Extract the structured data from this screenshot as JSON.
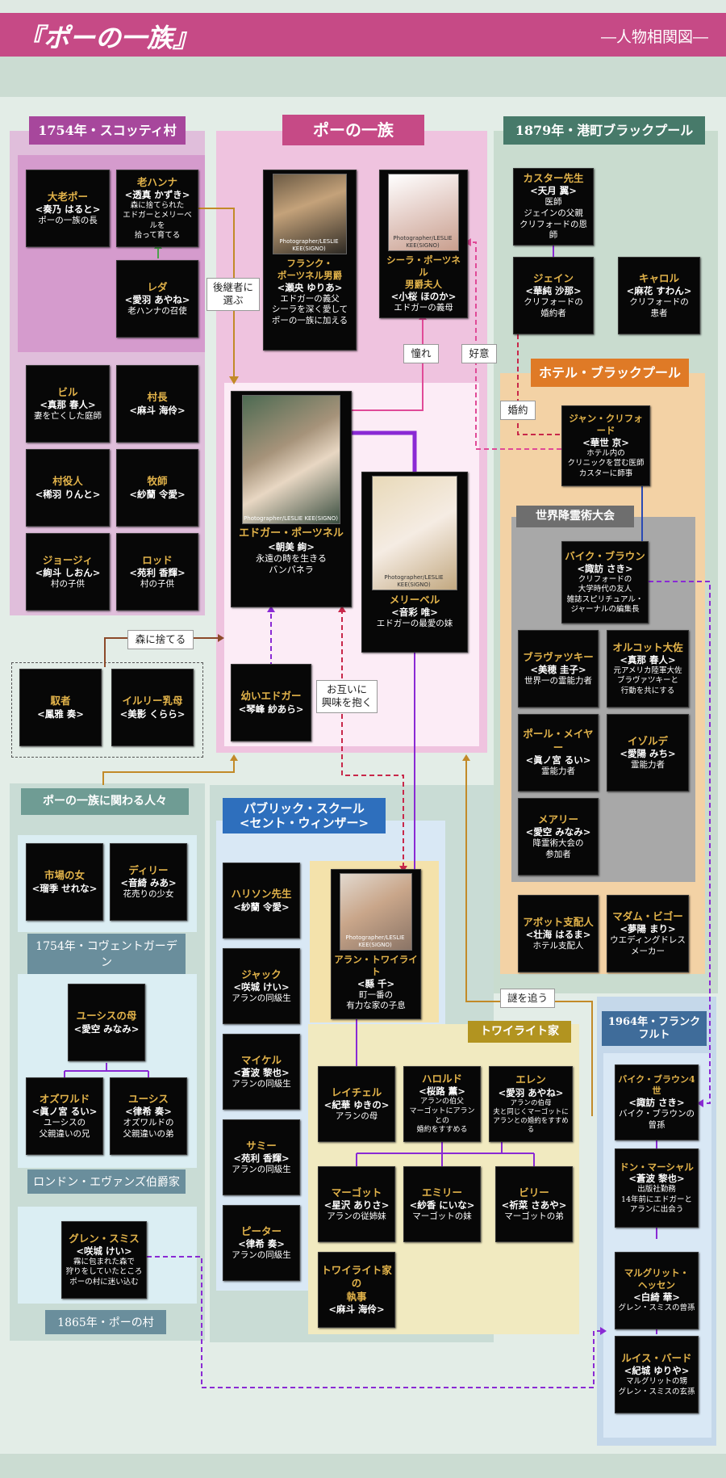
{
  "header": {
    "title": "『ポーの一族』",
    "subtitle": "―人物相関図―"
  },
  "regions": {
    "scotty": "1754年・スコッティ村",
    "poe": "ポーの一族",
    "blackpool": "1879年・港町ブラックプール",
    "hotel": "ホテル・ブラックプール",
    "seance": "世界降霊術大会",
    "related": "ポーの一族に関わる人々",
    "covent": "1754年・コヴェントガーデン",
    "london": "ロンドン・エヴァンズ伯爵家",
    "village1865": "1865年・ポーの村",
    "school": "パブリック・スクール\n<セント・ウィンザー>",
    "twilight": "トワイライト家",
    "frankfurt": "1964年・フランクフルト"
  },
  "labels": {
    "successor": "後継者に\n選ぶ",
    "admire": "憧れ",
    "fond": "好意",
    "engaged": "婚約",
    "abandon": "森に捨てる",
    "interest": "お互いに\n興味を抱く",
    "chase": "謎を追う"
  },
  "photo_credit": "Photographer/LESLIE KEE(SIGNO)",
  "cards": {
    "oopo": {
      "n": "大老ポー",
      "a": "<奏乃 はると>",
      "d": "ポーの一族の長"
    },
    "hanna": {
      "n": "老ハンナ",
      "a": "<透真 かずき>",
      "d": "森に捨てられた\nエドガーとメリーベルを\n拾って育てる"
    },
    "leda": {
      "n": "レダ",
      "a": "<愛羽 あやね>",
      "d": "老ハンナの召使"
    },
    "bill": {
      "n": "ビル",
      "a": "<真那 春人>",
      "d": "妻を亡くした庭師"
    },
    "soncho": {
      "n": "村長",
      "a": "<麻斗 海伶>",
      "d": ""
    },
    "yakunin": {
      "n": "村役人",
      "a": "<稀羽 りんと>",
      "d": ""
    },
    "bokushi": {
      "n": "牧師",
      "a": "<紗蘭 令愛>",
      "d": ""
    },
    "george": {
      "n": "ジョージィ",
      "a": "<絢斗 しおん>",
      "d": "村の子供"
    },
    "rod": {
      "n": "ロッド",
      "a": "<苑利 香輝>",
      "d": "村の子供"
    },
    "gyosha": {
      "n": "馭者",
      "a": "<鳳雅 奏>",
      "d": ""
    },
    "illiry": {
      "n": "イルリー乳母",
      "a": "<美影 くらら>",
      "d": ""
    },
    "frank": {
      "n": "フランク・\nポーツネル男爵",
      "a": "<瀬央 ゆりあ>",
      "d": "エドガーの義父\nシーラを深く愛して\nポーの一族に加える"
    },
    "sheila": {
      "n": "シーラ・ポーツネル\n男爵夫人",
      "a": "<小桜 ほのか>",
      "d": "エドガーの義母"
    },
    "edgar": {
      "n": "エドガー・ポーツネル",
      "a": "<朝美 絢>",
      "d": "永遠の時を生きる\nバンパネラ"
    },
    "merry": {
      "n": "メリーベル",
      "a": "<音彩 唯>",
      "d": "エドガーの最愛の妹"
    },
    "young_edgar": {
      "n": "幼いエドガー",
      "a": "<琴峰 紗あら>",
      "d": ""
    },
    "custer": {
      "n": "カスター先生",
      "a": "<天月 翼>",
      "d": "医師\nジェインの父親\nクリフォードの恩師"
    },
    "jane": {
      "n": "ジェイン",
      "a": "<華純 沙那>",
      "d": "クリフォードの\n婚約者"
    },
    "carol": {
      "n": "キャロル",
      "a": "<麻花 すわん>",
      "d": "クリフォードの\n患者"
    },
    "clifford": {
      "n": "ジャン・クリフォード",
      "a": "<華世 京>",
      "d": "ホテル内の\nクリニックを営む医師\nカスターに師事"
    },
    "bike": {
      "n": "バイク・ブラウン",
      "a": "<諏訪 さき>",
      "d": "クリフォードの\n大学時代の友人\n雑誌スピリチュアル・\nジャーナルの編集長"
    },
    "blavatsky": {
      "n": "ブラヴァツキー",
      "a": "<美穂 圭子>",
      "d": "世界一の霊能力者"
    },
    "olcott": {
      "n": "オルコット大佐",
      "a": "<真那 春人>",
      "d": "元アメリカ陸軍大佐\nブラヴァツキーと\n行動を共にする"
    },
    "paul": {
      "n": "ポール・メイヤー",
      "a": "<眞ノ宮 るい>",
      "d": "霊能力者"
    },
    "isolde": {
      "n": "イゾルデ",
      "a": "<愛陽 みち>",
      "d": "霊能力者"
    },
    "mary": {
      "n": "メアリー",
      "a": "<愛空 みなみ>",
      "d": "降霊術大会の\n参加者"
    },
    "abbot": {
      "n": "アボット支配人",
      "a": "<壮海 はるま>",
      "d": "ホテル支配人"
    },
    "bigot": {
      "n": "マダム・ビゴー",
      "a": "<夢陽 まり>",
      "d": "ウエディングドレス\nメーカー"
    },
    "ichiba": {
      "n": "市場の女",
      "a": "<瑠季 せれな>",
      "d": ""
    },
    "dairy": {
      "n": "ディリー",
      "a": "<音綺 みあ>",
      "d": "花売りの少女"
    },
    "eusis_mother": {
      "n": "ユーシスの母",
      "a": "<愛空 みなみ>",
      "d": ""
    },
    "oswald": {
      "n": "オズワルド",
      "a": "<眞ノ宮 るい>",
      "d": "ユーシスの\n父親違いの兄"
    },
    "eusis": {
      "n": "ユーシス",
      "a": "<律希 奏>",
      "d": "オズワルドの\n父親違いの弟"
    },
    "glen": {
      "n": "グレン・スミス",
      "a": "<咲城 けい>",
      "d": "霧に包まれた森で\n狩りをしていたところ\nポーの村に迷い込む"
    },
    "harrison": {
      "n": "ハリソン先生",
      "a": "<紗蘭 令愛>",
      "d": ""
    },
    "jack": {
      "n": "ジャック",
      "a": "<咲城 けい>",
      "d": "アランの同級生"
    },
    "michael": {
      "n": "マイケル",
      "a": "<蒼波 黎也>",
      "d": "アランの同級生"
    },
    "sammy": {
      "n": "サミー",
      "a": "<苑利 香輝>",
      "d": "アランの同級生"
    },
    "peter": {
      "n": "ピーター",
      "a": "<律希 奏>",
      "d": "アランの同級生"
    },
    "allan": {
      "n": "アラン・トワイライト",
      "a": "<縣 千>",
      "d": "町一番の\n有力な家の子息"
    },
    "rachel": {
      "n": "レイチェル",
      "a": "<紀華 ゆきの>",
      "d": "アランの母"
    },
    "harold": {
      "n": "ハロルド",
      "a": "<桜路 薫>",
      "d": "アランの伯父\nマーゴットにアランとの\n婚約をすすめる"
    },
    "ellen": {
      "n": "エレン",
      "a": "<愛羽 あやね>",
      "d": "アランの伯母\n夫と同じくマーゴットに\nアランとの婚約をすすめる"
    },
    "margot": {
      "n": "マーゴット",
      "a": "<星沢 ありさ>",
      "d": "アランの従姉妹"
    },
    "emily": {
      "n": "エミリー",
      "a": "<紗香 にいな>",
      "d": "マーゴットの妹"
    },
    "billy": {
      "n": "ビリー",
      "a": "<祈菜 さあや>",
      "d": "マーゴットの弟"
    },
    "butler": {
      "n": "トワイライト家の\n執事",
      "a": "<麻斗 海伶>",
      "d": ""
    },
    "bike4": {
      "n": "バイク・ブラウン4世",
      "a": "<諏訪 さき>",
      "d": "バイク・ブラウンの\n曾孫"
    },
    "don": {
      "n": "ドン・マーシャル",
      "a": "<蒼波 黎也>",
      "d": "出版社勤務\n14年前にエドガーと\nアランに出会う"
    },
    "marguerite": {
      "n": "マルグリット・\nヘッセン",
      "a": "<白綺 華>",
      "d": "グレン・スミスの曾孫"
    },
    "louis": {
      "n": "ルイス・バード",
      "a": "<紀城 ゆりや>",
      "d": "マルグリットの甥\nグレン・スミスの玄孫"
    }
  },
  "colors": {
    "header": "#c64a86",
    "scotty": "#a7479c",
    "poe": "#c64a86",
    "blackpool": "#477a6a",
    "hotel": "#df7a26",
    "school": "#2e6fbd",
    "twilight": "#b29420",
    "frankfurt": "#3f6c9a",
    "name_gold": "#e2b34a"
  }
}
